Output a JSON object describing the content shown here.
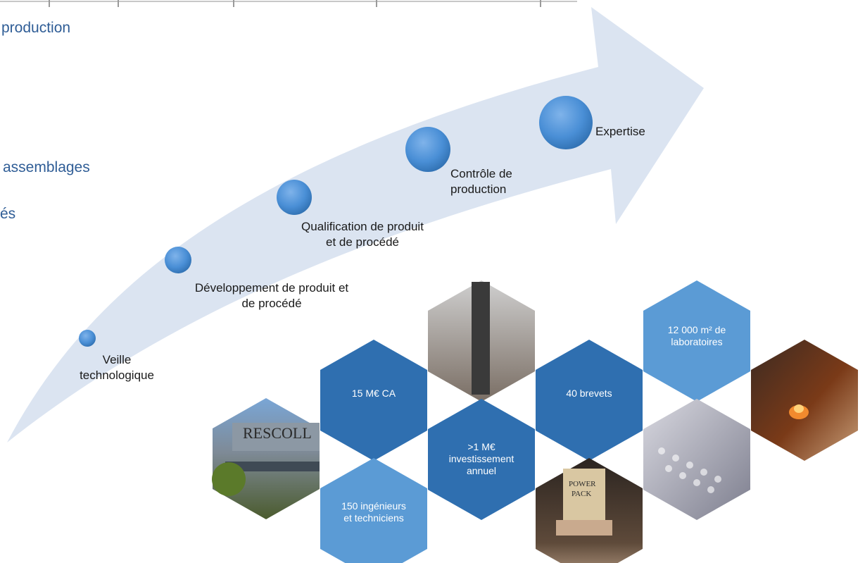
{
  "left_column": {
    "line1": "production",
    "line2": "assemblages",
    "line3": "és"
  },
  "arrow": {
    "color": "#dbe4f1"
  },
  "milestones": [
    {
      "label": "Veille\ntechnologique"
    },
    {
      "label": "Développement de produit et\nde procédé"
    },
    {
      "label": "Qualification de produit\net de procédé"
    },
    {
      "label": "Contrôle de\nproduction"
    },
    {
      "label": "Expertise"
    }
  ],
  "hexagons": {
    "stat_1": "15 M€ CA",
    "stat_2": ">1 M€\ninvestissement\nannuel",
    "stat_3": "150 ingénieurs\net techniciens",
    "stat_4": "40 brevets",
    "stat_5": "12 000 m² de\nlaboratoires",
    "building_sign": "RESCOLL",
    "book_label": "POWER\nPACK"
  },
  "colors": {
    "dark_blue": "#2f6fb0",
    "light_blue": "#5b9bd5",
    "circle_fill": "#4a8fd6"
  }
}
